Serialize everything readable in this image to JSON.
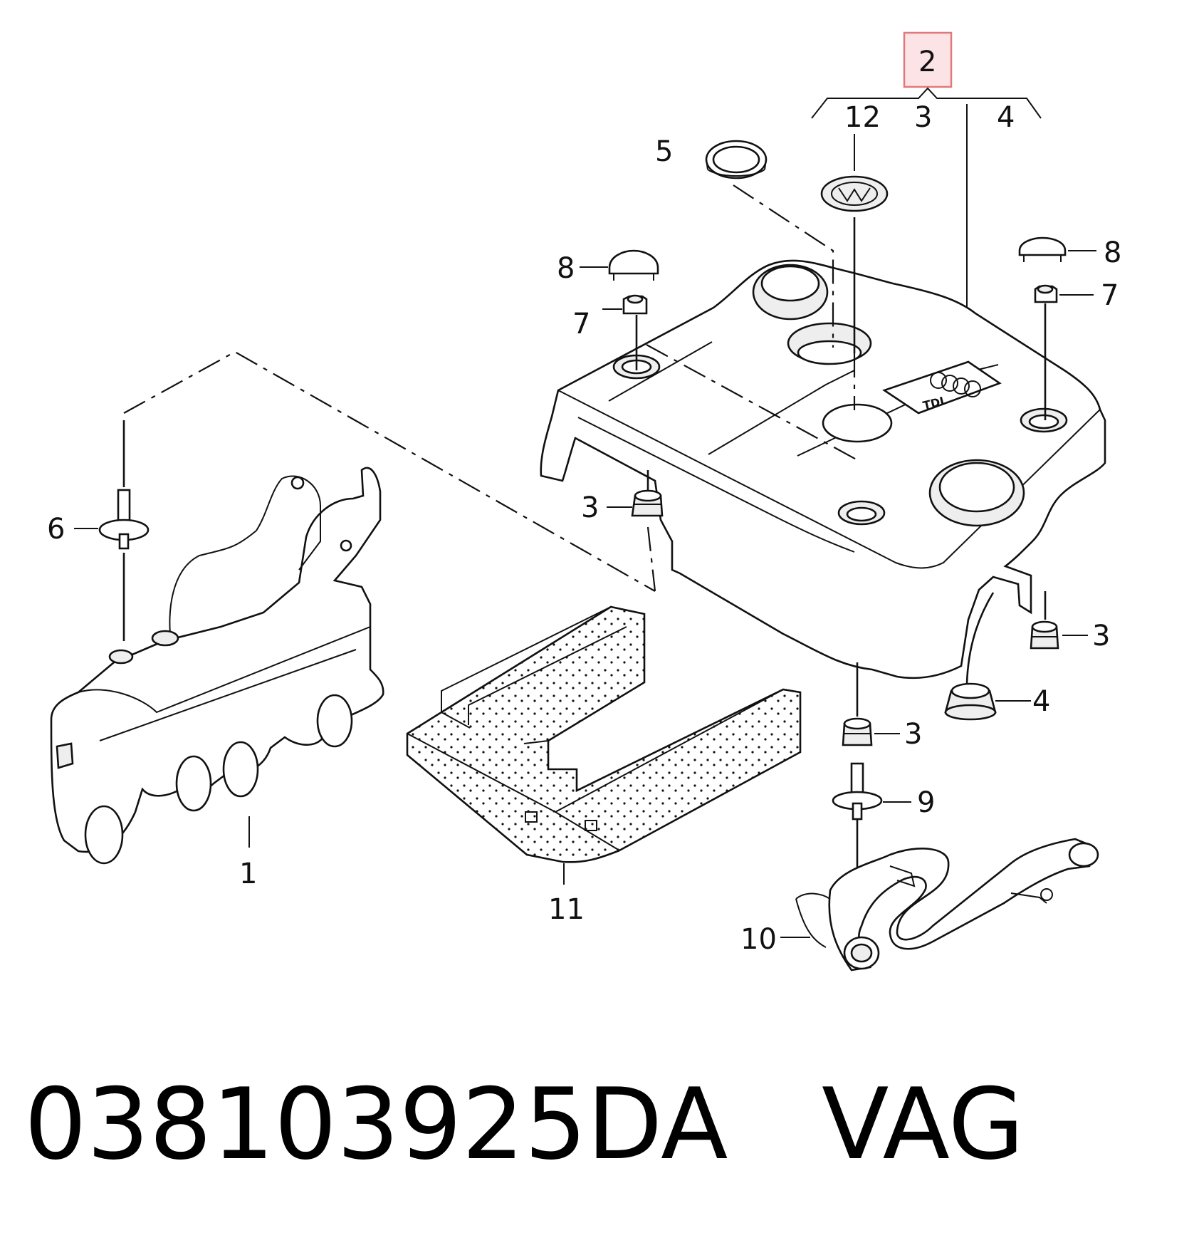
{
  "diagram": {
    "highlight_color": "#e07a7a",
    "highlight_fill": "#fbe3e6",
    "callouts": {
      "c1": "1",
      "c2": "2",
      "c3a": "3",
      "c3b": "3",
      "c3c": "3",
      "c3d": "3",
      "c4a": "4",
      "c4b": "4",
      "c5": "5",
      "c6": "6",
      "c7a": "7",
      "c7b": "7",
      "c8a": "8",
      "c8b": "8",
      "c9": "9",
      "c10": "10",
      "c11": "11",
      "c12": "12"
    },
    "emblem_text": "TDI"
  },
  "footer": {
    "part_number": "038103925DA",
    "brand": "VAG"
  }
}
